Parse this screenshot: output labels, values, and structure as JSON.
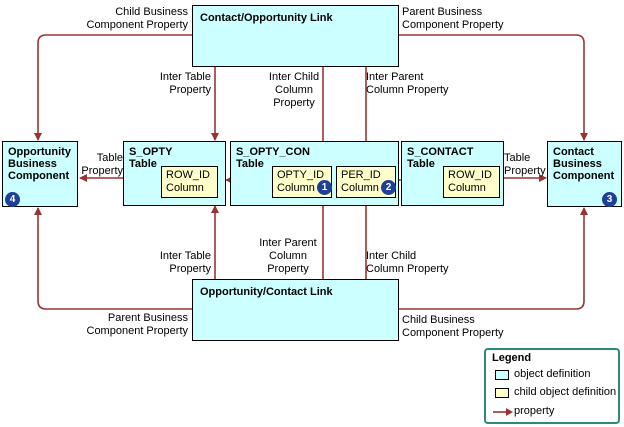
{
  "boxes": {
    "contact_opportunity_link": "Contact/Opportunity Link",
    "opportunity_contact_link": "Opportunity/Contact Link",
    "opportunity_business_component": "Opportunity\nBusiness\nComponent",
    "contact_business_component": "Contact\nBusiness\nComponent",
    "s_opty_table": "S_OPTY\nTable",
    "s_opty_con_table": "S_OPTY_CON\nTable",
    "s_contact_table": "S_CONTACT\nTable"
  },
  "columns": {
    "s_opty_row_id": "ROW_ID\nColumn",
    "opty_id": "OPTY_ID\nColumn",
    "per_id": "PER_ID\nColumn",
    "s_contact_row_id": "ROW_ID\nColumn"
  },
  "badges": {
    "b1": "1",
    "b2": "2",
    "b3": "3",
    "b4": "4"
  },
  "labels": {
    "child_bc_prop_top": "Child Business\nComponent Property",
    "parent_bc_prop_top": "Parent Business\nComponent Property",
    "inter_table_prop_top": "Inter Table\nProperty",
    "inter_child_col_prop_top": "Inter Child\nColumn\nProperty",
    "inter_parent_col_prop_top": "Inter Parent\nColumn Property",
    "table_prop_left": "Table\nProperty",
    "table_prop_right": "Table\nProperty",
    "inter_table_prop_bottom": "Inter Table\nProperty",
    "inter_parent_col_prop_bottom": "Inter Parent\nColumn\nProperty",
    "inter_child_col_prop_bottom": "Inter Child\nColumn Property",
    "parent_bc_prop_bottom": "Parent Business\nComponent Property",
    "child_bc_prop_bottom": "Child Business\nComponent Property"
  },
  "legend": {
    "title": "Legend",
    "object_definition": "object definition",
    "child_object_definition": "child object definition",
    "property": "property"
  },
  "colors": {
    "object_fill": "#ccffff",
    "child_fill": "#ffffcc",
    "arrow": "#993333",
    "badge": "#1f3f99",
    "legend_border": "#2a8a7a"
  }
}
